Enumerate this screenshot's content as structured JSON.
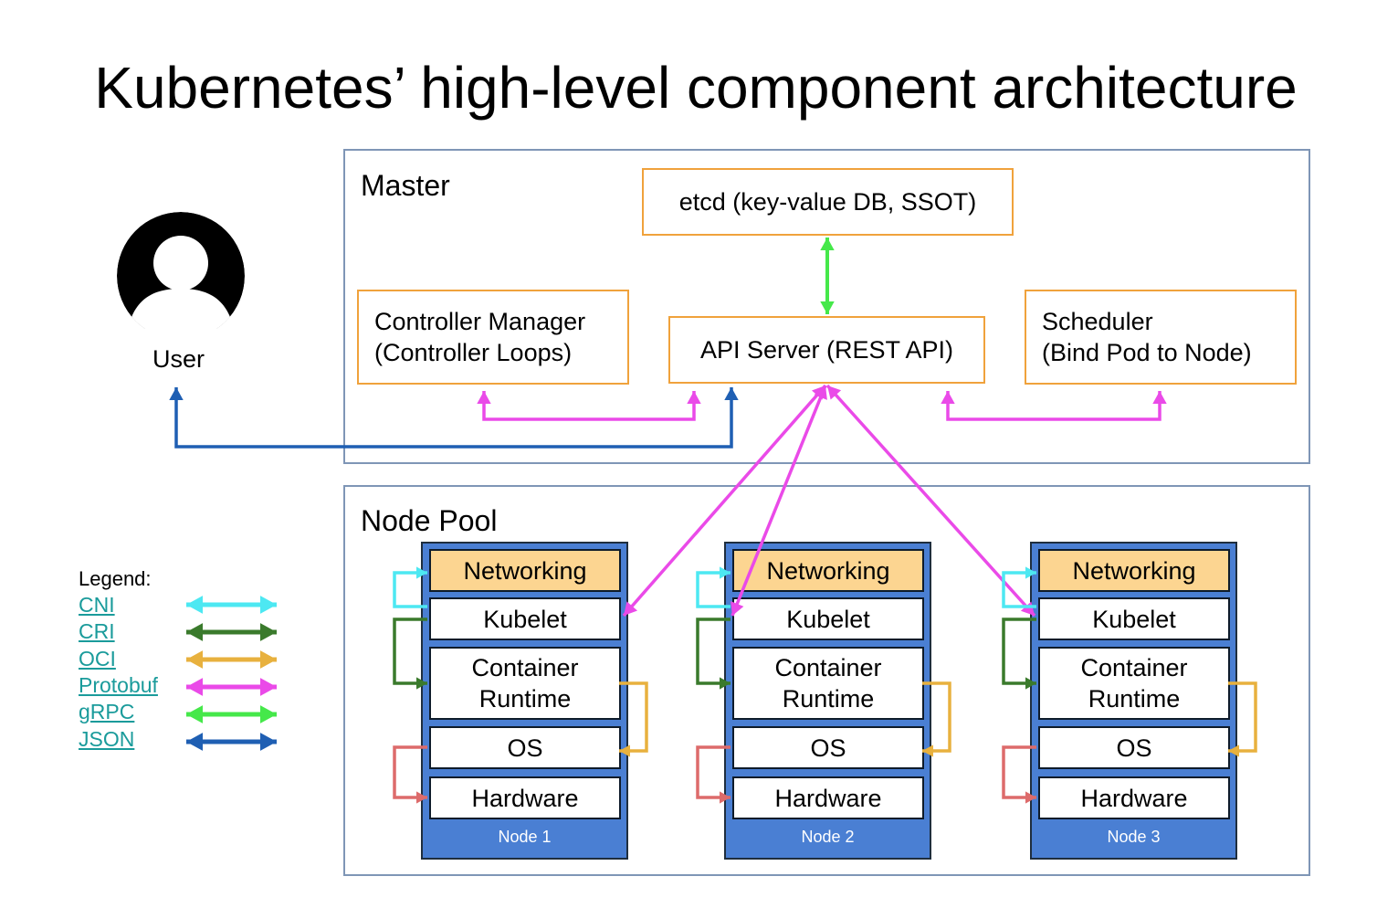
{
  "title": "Kubernetes’ high-level component architecture",
  "user": {
    "label": "User"
  },
  "master": {
    "label": "Master",
    "etcd": "etcd (key-value DB, SSOT)",
    "controller_manager": {
      "line1": "Controller Manager",
      "line2": "(Controller Loops)"
    },
    "api_server": "API Server (REST API)",
    "scheduler": {
      "line1": "Scheduler",
      "line2": "(Bind Pod to Node)"
    }
  },
  "node_pool": {
    "label": "Node Pool",
    "nodes": [
      {
        "name": "Node 1",
        "layers": {
          "networking": "Networking",
          "kubelet": "Kubelet",
          "runtime_line1": "Container",
          "runtime_line2": "Runtime",
          "os": "OS",
          "hardware": "Hardware"
        }
      },
      {
        "name": "Node 2",
        "layers": {
          "networking": "Networking",
          "kubelet": "Kubelet",
          "runtime_line1": "Container",
          "runtime_line2": "Runtime",
          "os": "OS",
          "hardware": "Hardware"
        }
      },
      {
        "name": "Node 3",
        "layers": {
          "networking": "Networking",
          "kubelet": "Kubelet",
          "runtime_line1": "Container",
          "runtime_line2": "Runtime",
          "os": "OS",
          "hardware": "Hardware"
        }
      }
    ]
  },
  "legend": {
    "title": "Legend:",
    "items": [
      {
        "label": "CNI",
        "color": "#4de8f2"
      },
      {
        "label": "CRI",
        "color": "#3a7a2c"
      },
      {
        "label": "OCI",
        "color": "#e8b13e"
      },
      {
        "label": "Protobuf",
        "color": "#ea4ae8"
      },
      {
        "label": "gRPC",
        "color": "#45e84a"
      },
      {
        "label": "JSON",
        "color": "#1f5fb3"
      }
    ]
  },
  "colors": {
    "panel_border": "#7f96b6",
    "component_border": "#f0a23c",
    "node_fill": "#4a7fd3",
    "networking_fill": "#fcd591",
    "storage_link": "#dd6b6b"
  }
}
